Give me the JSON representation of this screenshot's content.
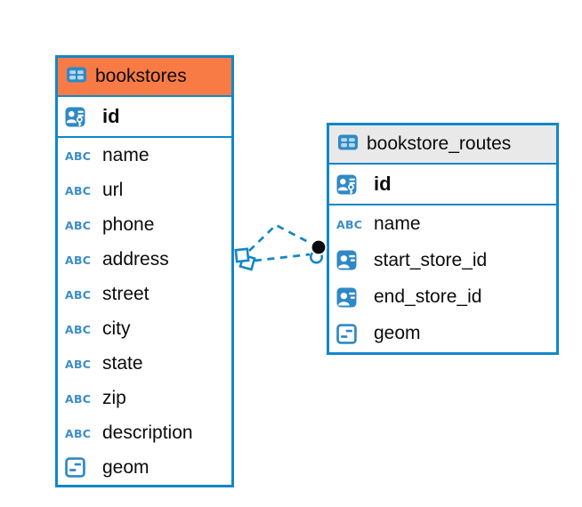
{
  "diagram": {
    "type": "entity-relationship-diagram",
    "accent_color": "#1287c8",
    "tables": [
      {
        "name": "bookstores",
        "header_color": "#f87b45",
        "columns": [
          {
            "name": "id",
            "icon": "primary-key",
            "bold": true
          },
          {
            "name": "name",
            "icon": "text"
          },
          {
            "name": "url",
            "icon": "text"
          },
          {
            "name": "phone",
            "icon": "text"
          },
          {
            "name": "address",
            "icon": "text"
          },
          {
            "name": "street",
            "icon": "text"
          },
          {
            "name": "city",
            "icon": "text"
          },
          {
            "name": "state",
            "icon": "text"
          },
          {
            "name": "zip",
            "icon": "text"
          },
          {
            "name": "description",
            "icon": "text"
          },
          {
            "name": "geom",
            "icon": "geometry"
          }
        ]
      },
      {
        "name": "bookstore_routes",
        "header_color": "#e9e9e9",
        "columns": [
          {
            "name": "id",
            "icon": "primary-key",
            "bold": true
          },
          {
            "name": "name",
            "icon": "text"
          },
          {
            "name": "start_store_id",
            "icon": "person-reference"
          },
          {
            "name": "end_store_id",
            "icon": "person-reference"
          },
          {
            "name": "geom",
            "icon": "geometry"
          }
        ]
      }
    ],
    "relationships": [
      {
        "from": "bookstores",
        "to": "bookstore_routes"
      },
      {
        "from": "bookstores",
        "to": "bookstore_routes"
      }
    ]
  }
}
